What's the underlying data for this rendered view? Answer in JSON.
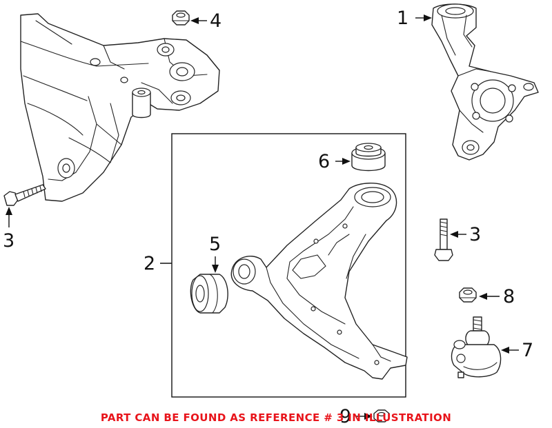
{
  "callouts": {
    "c1": "1",
    "c2": "2",
    "c3_left": "3",
    "c3_right": "3",
    "c4": "4",
    "c5": "5",
    "c6": "6",
    "c7": "7",
    "c8": "8",
    "c9": "9"
  },
  "footer_note": "PART CAN BE FOUND AS REFERENCE # 3 IN ILLUSTRATION",
  "colors": {
    "note": "#e8141b",
    "line": "#222222",
    "background": "#ffffff"
  }
}
